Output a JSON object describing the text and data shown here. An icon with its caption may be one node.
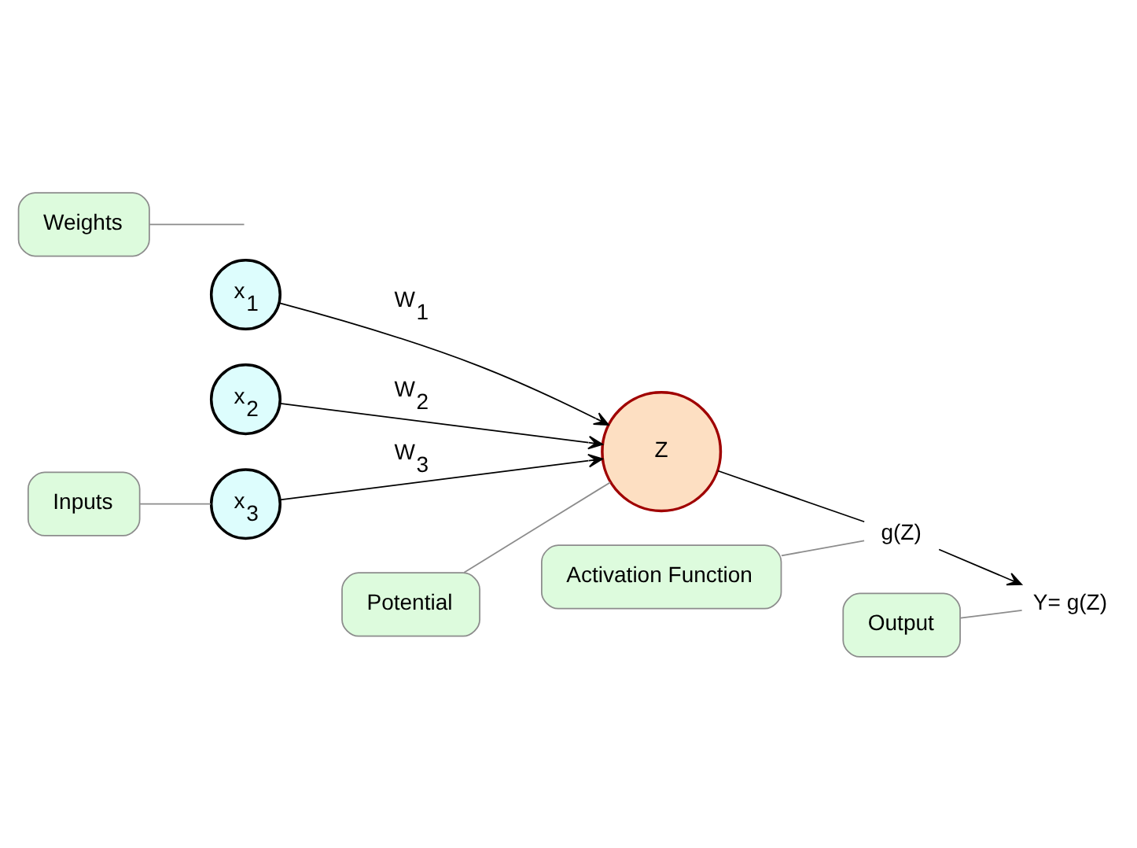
{
  "diagram": {
    "nodes": [
      {
        "text": [
          "x$_{1}$"
        ]
      },
      {
        "text": [
          "x$_{2}$"
        ]
      },
      {
        "text": [
          "x$_{3}$"
        ]
      },
      {
        "text": [
          "Z"
        ]
      },
      {
        "text": [
          "g(Z)"
        ]
      },
      {
        "text": [
          "Y= g(Z)"
        ]
      },
      {
        "text": [
          "Weights"
        ]
      },
      {
        "text": [
          "Potential"
        ]
      },
      {
        "text": [
          "Output"
        ]
      },
      {
        "text": [
          "Activation Function"
        ]
      },
      {
        "text": [
          "Inputs"
        ]
      }
    ],
    "edges": [
      {
        "from": 0,
        "to": 3,
        "arrow": "to",
        "label": "W$_{1}$"
      },
      {
        "from": 1,
        "to": 3,
        "arrow": "to",
        "label": "W$_{2}$"
      },
      {
        "from": 2,
        "to": 3,
        "arrow": "to",
        "label": "W$_{3}$"
      },
      {
        "from": 3,
        "to": 4,
        "arrow": "none"
      },
      {
        "from": 4,
        "to": 5,
        "arrow": "to"
      },
      {
        "from": 6,
        "to": null,
        "arrow": "none",
        "color": "#8c8c8c"
      },
      {
        "from": 7,
        "to": 3,
        "arrow": "none",
        "color": "#8c8c8c"
      },
      {
        "from": 8,
        "to": 5,
        "arrow": "none",
        "color": "#8c8c8c"
      },
      {
        "from": 9,
        "to": 4,
        "arrow": "none",
        "color": "#8c8c8c"
      },
      {
        "from": 10,
        "to": 2,
        "arrow": "none",
        "color": "#8c8c8c"
      }
    ]
  }
}
